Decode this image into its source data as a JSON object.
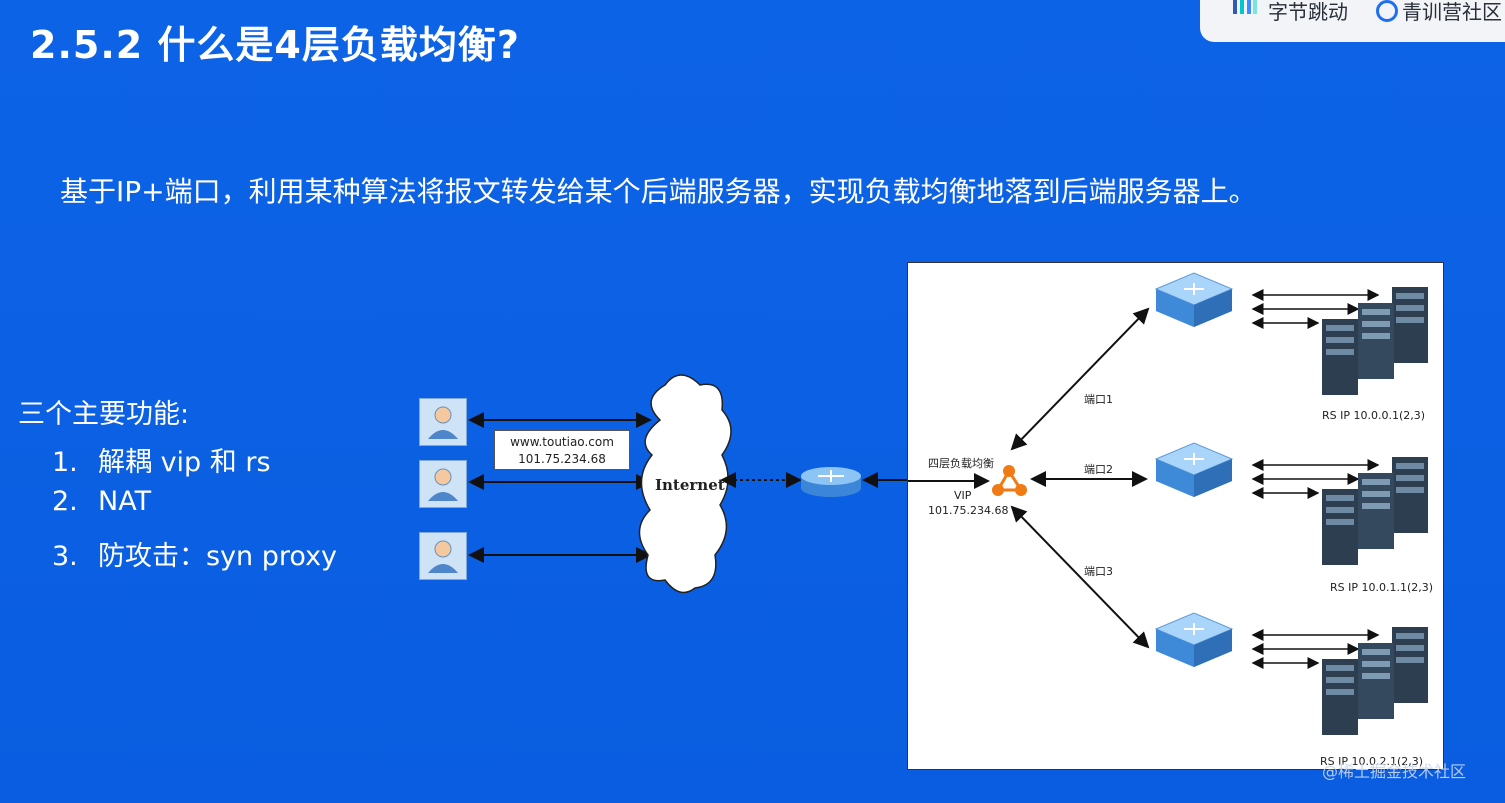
{
  "slide": {
    "title": "2.5.2 什么是4层负载均衡?",
    "logo": {
      "brand": "字节跳动",
      "product": "青训营社区"
    },
    "subtitle": "基于IP+端口，利用某种算法将报文转发给某个后端服务器，实现负载均衡地落到后端服务器上。",
    "functions": {
      "title": "三个主要功能:",
      "items": [
        {
          "num": "1.",
          "text": "解耦 vip 和 rs"
        },
        {
          "num": "2.",
          "text": "NAT"
        },
        {
          "num": "3.",
          "text": "防攻击：syn proxy"
        }
      ]
    }
  },
  "diagram": {
    "url_box": {
      "line1": "www.toutiao.com",
      "line2": "101.75.234.68"
    },
    "internet_label": "Internet",
    "lb_label": "四层负载均衡",
    "vip_label": "VIP",
    "vip_ip": "101.75.234.68",
    "ports": [
      "端口1",
      "端口2",
      "端口3"
    ],
    "rs_labels": [
      "RS IP 10.0.0.1(2,3)",
      "RS IP 10.0.1.1(2,3)",
      "RS IP 10.0.2.1(2,3)"
    ]
  },
  "watermark": "@稀土掘金技术社区",
  "colors": {
    "background": "#0b5fe0",
    "lb_accent": "#f07a14",
    "switch_blue": "#5fa6e8"
  }
}
